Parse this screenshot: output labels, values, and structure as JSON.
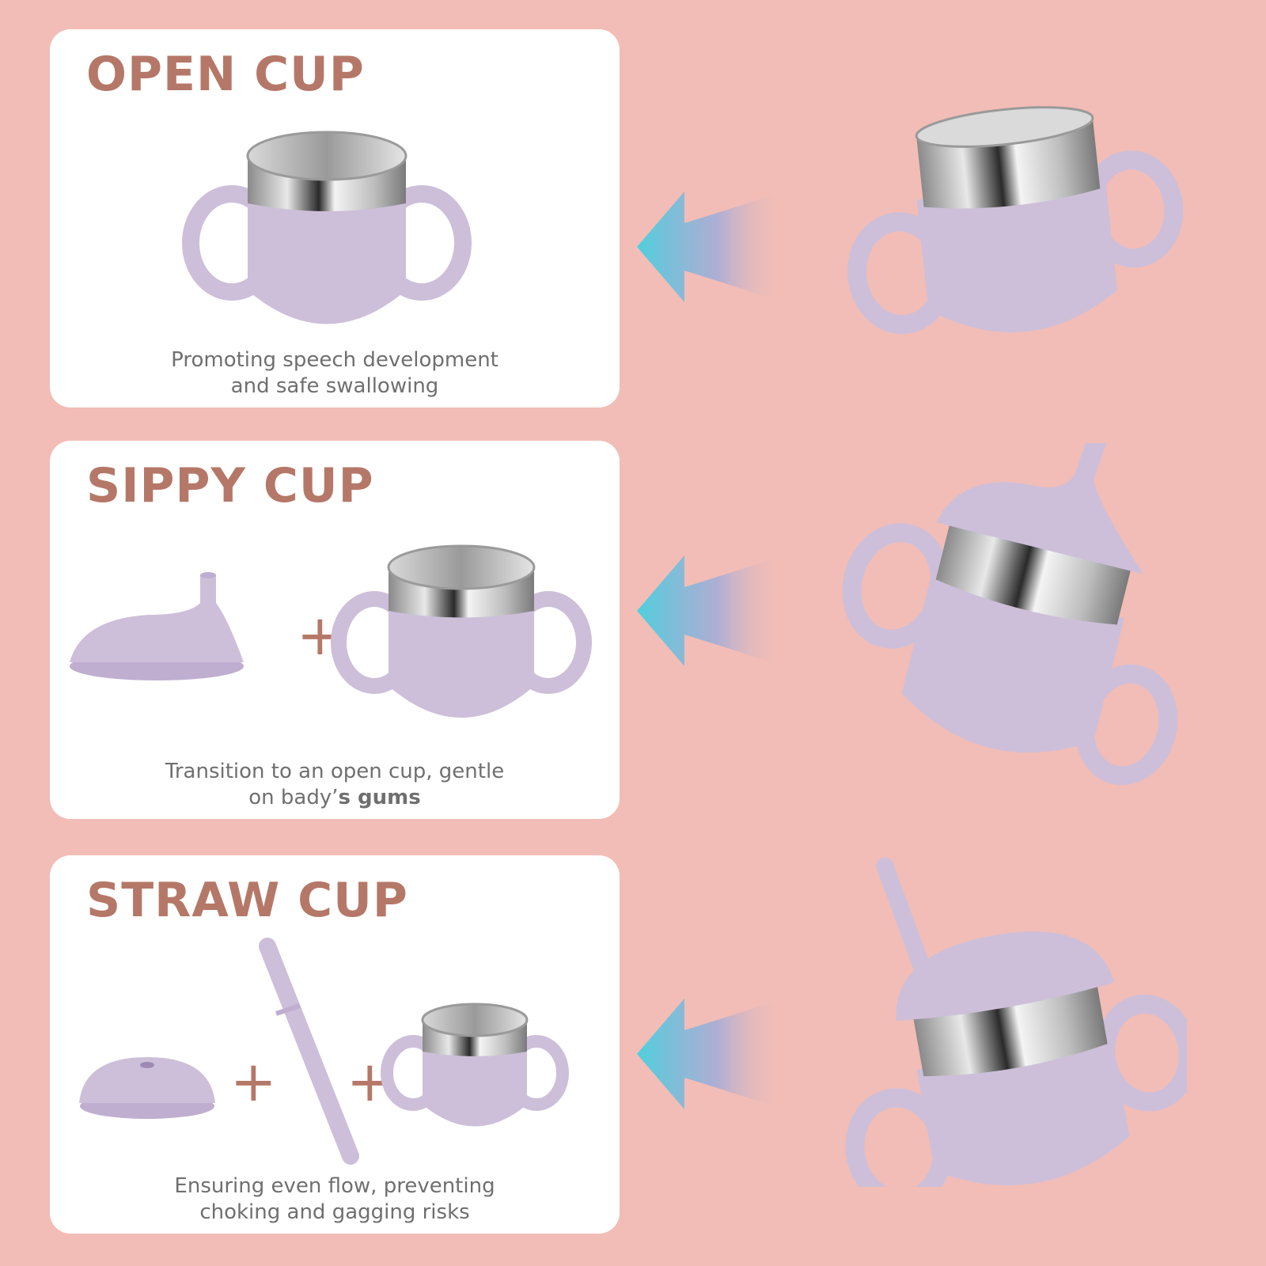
{
  "colors": {
    "background": "#f2bdb6",
    "card": "#ffffff",
    "title": "#b57868",
    "text": "#6f6f6f",
    "silicone": "#cdbfd9",
    "steel": "#c9c9c9",
    "arrow": "#5ac8d6"
  },
  "cards": [
    {
      "title": "OPEN CUP",
      "desc_line1": "Promoting speech development",
      "desc_line2": "and safe swallowing",
      "desc_line2_bold": ""
    },
    {
      "title": "SIPPY CUP",
      "desc_line1": "Transition to an open cup, gentle",
      "desc_line2": "on bady’",
      "desc_line2_bold": "s gums"
    },
    {
      "title": "STRAW CUP",
      "desc_line1": "Ensuring even flow, preventing",
      "desc_line2": "choking and gagging risks",
      "desc_line2_bold": ""
    }
  ],
  "plus_sign": "+",
  "icons": [
    "open-cup-icon",
    "sippy-lid-icon",
    "straw-lid-icon",
    "straw-icon",
    "arrow-left-icon"
  ]
}
